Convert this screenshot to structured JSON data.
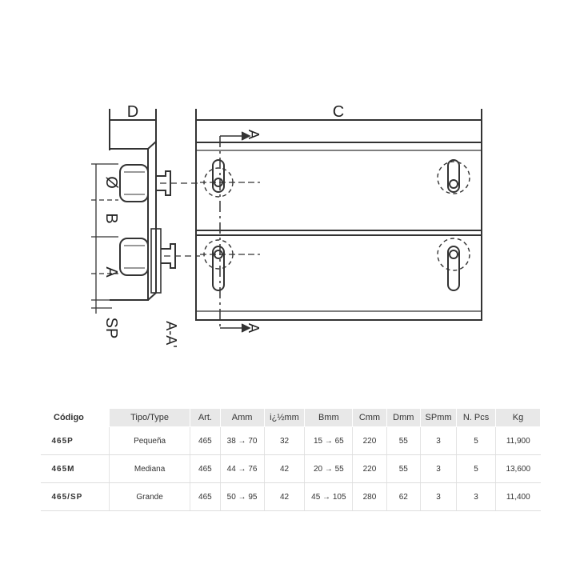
{
  "drawing": {
    "dim_c": "C",
    "dim_d": "D",
    "dim_phi": "Ø",
    "dim_b": "B",
    "dim_a": "A",
    "dim_sp": "SP",
    "section_top": "A",
    "section_bottom": "A",
    "section_view": "A-A'"
  },
  "table": {
    "headers": [
      "Código",
      "Tipo/Type",
      "Art.",
      "Amm",
      "i¿½mm",
      "Bmm",
      "Cmm",
      "Dmm",
      "SPmm",
      "N. Pcs",
      "Kg"
    ],
    "rows": [
      [
        "465P",
        "Pequeña",
        "465",
        "38 → 70",
        "32",
        "15 → 65",
        "220",
        "55",
        "3",
        "5",
        "11,900"
      ],
      [
        "465M",
        "Mediana",
        "465",
        "44 → 76",
        "42",
        "20 → 55",
        "220",
        "55",
        "3",
        "5",
        "13,600"
      ],
      [
        "465/SP",
        "Grande",
        "465",
        "50 → 95",
        "42",
        "45 → 105",
        "280",
        "62",
        "3",
        "3",
        "11,400"
      ]
    ]
  }
}
